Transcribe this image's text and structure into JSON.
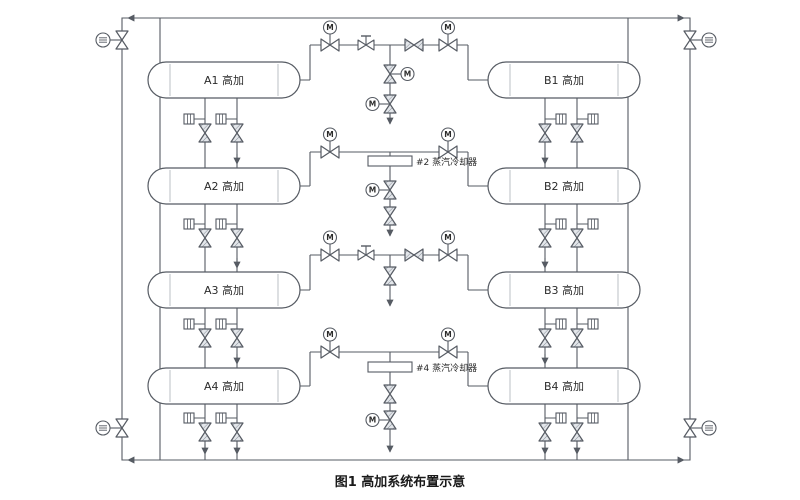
{
  "figure": {
    "caption": "图1 高加系统布置示意"
  },
  "vessels": {
    "left": [
      {
        "label": "A1 高加"
      },
      {
        "label": "A2 高加"
      },
      {
        "label": "A3 高加"
      },
      {
        "label": "A4 高加"
      }
    ],
    "right": [
      {
        "label": "B1 高加"
      },
      {
        "label": "B2 高加"
      },
      {
        "label": "B3 高加"
      },
      {
        "label": "B4 高加"
      }
    ]
  },
  "coolers": [
    {
      "label": "#2 蒸汽冷却器"
    },
    {
      "label": "#4 蒸汽冷却器"
    }
  ],
  "symbols": {
    "motor_valve": "M"
  },
  "colors": {
    "line": "#565b63",
    "text": "#2b2b2b",
    "valve_hatch": "#8a919b"
  }
}
